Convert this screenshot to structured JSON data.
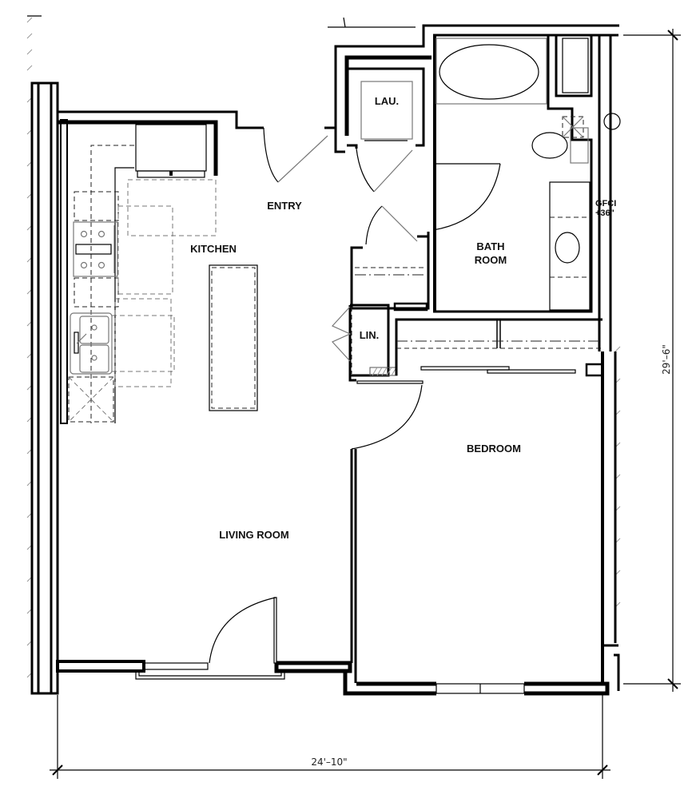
{
  "plan": {
    "type": "floor-plan",
    "description": "One-bedroom apartment floor plan",
    "rooms": [
      {
        "id": "kitchen",
        "label": "KITCHEN"
      },
      {
        "id": "entry",
        "label": "ENTRY"
      },
      {
        "id": "laundry",
        "label": "LAU."
      },
      {
        "id": "bathroom",
        "label_line1": "BATH",
        "label_line2": "ROOM"
      },
      {
        "id": "linen",
        "label": "LIN."
      },
      {
        "id": "bedroom",
        "label": "BEDROOM"
      },
      {
        "id": "living",
        "label": "LIVING ROOM"
      }
    ],
    "annotations": {
      "gfci_line1": "GFCI",
      "gfci_line2": "+36\""
    },
    "dimensions": {
      "width": "24'–10\"",
      "depth": "29'–6\""
    },
    "colors": {
      "wall": "#000000",
      "background": "#ffffff",
      "fixture": "#777777"
    }
  }
}
